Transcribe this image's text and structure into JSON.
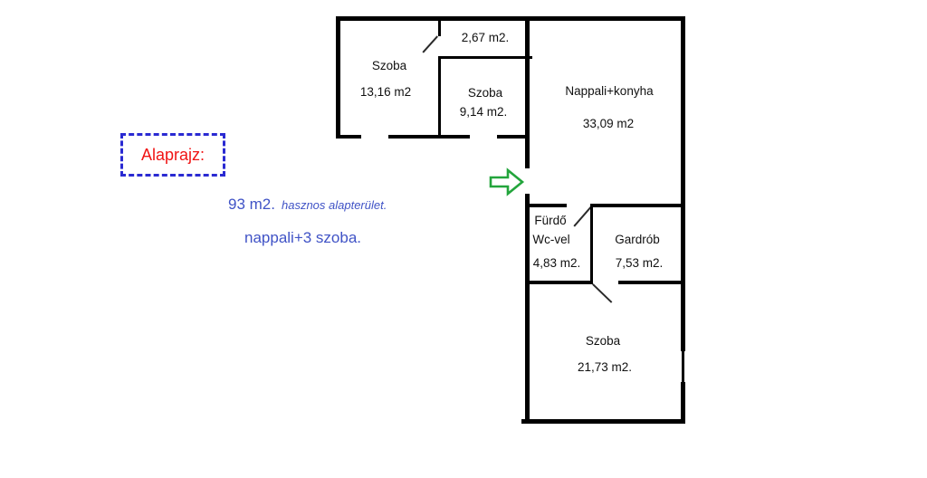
{
  "legend": {
    "title": "Alaprajz:",
    "area_value": "93 m2.",
    "area_note": "hasznos alapterület.",
    "layout": "nappali+3 szoba."
  },
  "rooms": {
    "szoba_large": {
      "name": "Szoba",
      "area": "13,16 m2"
    },
    "closet": {
      "area": "2,67 m2."
    },
    "szoba_small": {
      "name": "Szoba",
      "area": "9,14 m2."
    },
    "nappali": {
      "name": "Nappali+konyha",
      "area": "33,09 m2"
    },
    "furdo": {
      "name_line1": "Fürdő",
      "name_line2": "Wc-vel",
      "area": "4,83 m2."
    },
    "gardrob": {
      "name": "Gardrób",
      "area": "7,53 m2."
    },
    "szoba_bottom": {
      "name": "Szoba",
      "area": "21,73 m2."
    }
  },
  "icons": {
    "entrance_arrow": "right-arrow"
  },
  "colors": {
    "wall": "#000000",
    "legend_border_blue": "#2a2ad2",
    "legend_title_red": "#f01414",
    "info_text_blue": "#4053c6",
    "arrow_green": "#23a53c"
  }
}
